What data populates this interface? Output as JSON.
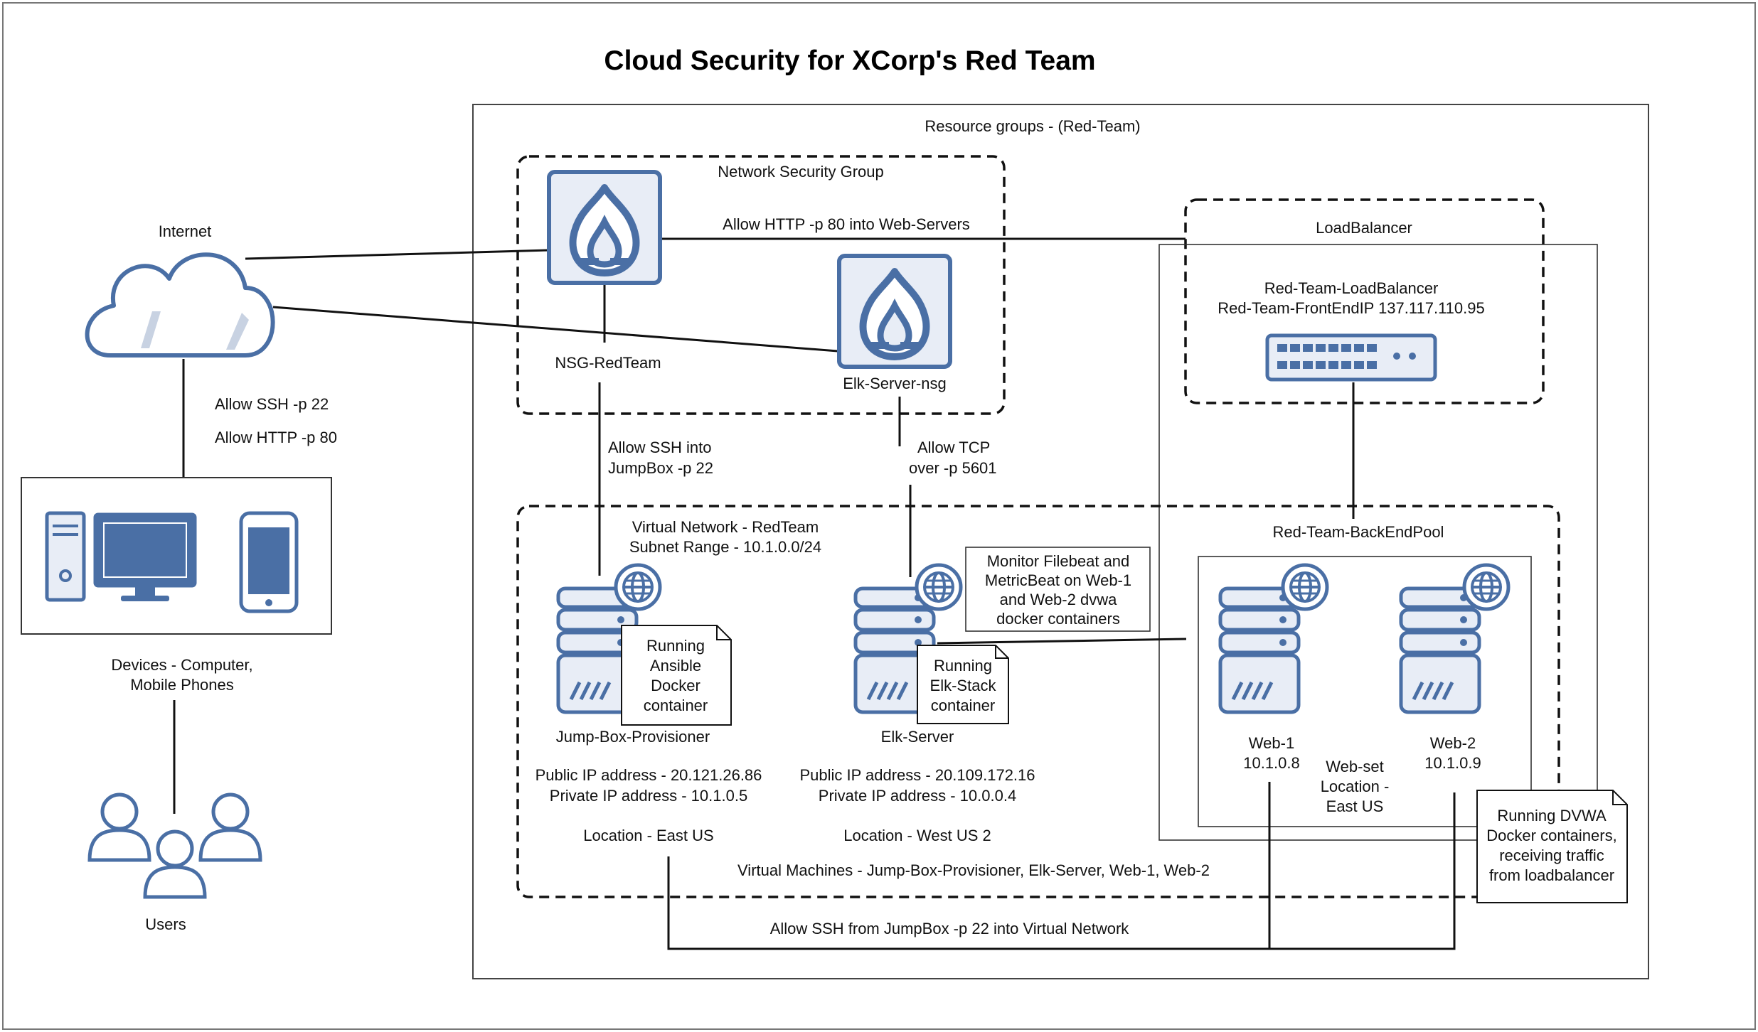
{
  "title": "Cloud Security for XCorp's Red Team",
  "resource_group": "Resource groups - (Red-Team)",
  "internet": "Internet",
  "internet_rules": [
    "Allow SSH -p 22",
    "Allow HTTP -p 80"
  ],
  "devices": [
    "Devices - Computer,",
    "Mobile Phones"
  ],
  "users": "Users",
  "nsg_group": {
    "title": "Network Security Group",
    "nsg_redteam": "NSG-RedTeam",
    "elk_nsg": "Elk-Server-nsg",
    "http_rule": "Allow HTTP -p 80 into Web-Servers"
  },
  "ssh_rule": [
    "Allow SSH into",
    "JumpBox -p 22"
  ],
  "tcp_rule": [
    "Allow TCP",
    "over -p 5601"
  ],
  "load_balancer": {
    "title": "LoadBalancer",
    "name": "Red-Team-LoadBalancer",
    "frontend": "Red-Team-FrontEndIP 137.117.110.95"
  },
  "vnet": {
    "title": "Virtual Network - RedTeam",
    "subnet": "Subnet Range - 10.1.0.0/24",
    "vms": "Virtual Machines - Jump-Box-Provisioner, Elk-Server, Web-1, Web-2"
  },
  "jumpbox": {
    "name": "Jump-Box-Provisioner",
    "note": [
      "Running",
      "Ansible",
      "Docker",
      "container"
    ],
    "public_ip": "Public IP address - 20.121.26.86",
    "private_ip": "Private IP address - 10.1.0.5",
    "location": "Location - East US"
  },
  "elk": {
    "name": "Elk-Server",
    "note": [
      "Running",
      "Elk-Stack",
      "container"
    ],
    "public_ip": "Public IP address - 20.109.172.16",
    "private_ip": "Private IP address - 10.0.0.4",
    "location": "Location - West US 2"
  },
  "monitor_note": [
    "Monitor Filebeat and",
    "MetricBeat on Web-1",
    "and Web-2 dvwa",
    "docker containers"
  ],
  "backend_pool": "Red-Team-BackEndPool",
  "web1": {
    "name": "Web-1",
    "ip": "10.1.0.8"
  },
  "web2": {
    "name": "Web-2",
    "ip": "10.1.0.9"
  },
  "webset": [
    "Web-set",
    "Location -",
    "East US"
  ],
  "dvwa_note": [
    "Running DVWA",
    "Docker containers,",
    "receiving traffic",
    "from loadbalancer"
  ],
  "jumpbox_ssh_rule": "Allow SSH from JumpBox -p 22 into Virtual Network",
  "colors": {
    "icon": "#4a6fa5",
    "icon_fill": "#e8edf6",
    "line": "#111111"
  }
}
